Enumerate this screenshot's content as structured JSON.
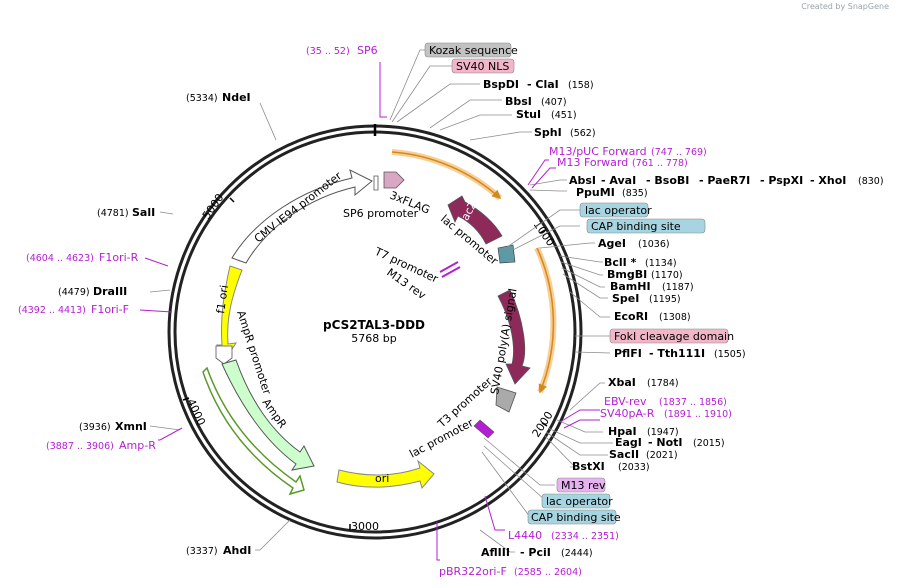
{
  "credit": "Created by SnapGene",
  "plasmid": {
    "name": "pCS2TAL3-DDD",
    "length": "5768 bp"
  },
  "ticks": [
    "1000",
    "2000",
    "3000",
    "4000",
    "5000"
  ],
  "boxed_labels": [
    "Kozak sequence",
    "SV40 NLS",
    "lac operator",
    "CAP binding site",
    "FokI cleavage domain",
    "M13 rev",
    "lac operator",
    "CAP binding site"
  ],
  "sites": {
    "bspdi": "BspDI",
    "clai": "- ClaI",
    "p158": "(158)",
    "bbsi": "BbsI",
    "p407": "(407)",
    "stui": "StuI",
    "p451": "(451)",
    "sphi": "SphI",
    "p562": "(562)",
    "absi": "AbsI",
    "avai": "- AvaI",
    "bsobi": "- BsoBI",
    "paer7i": "- PaeR7I",
    "pspxi": "- PspXI",
    "xhoi": "- XhoI",
    "p830": "(830)",
    "ppumi": "PpuMI",
    "p835": "(835)",
    "agei": "AgeI",
    "p1036": "(1036)",
    "bcli": "BclI *",
    "p1134": "(1134)",
    "bmgbi": "BmgBI",
    "p1170": "(1170)",
    "bamhi": "BamHI",
    "p1187": "(1187)",
    "spei": "SpeI",
    "p1195": "(1195)",
    "ecori": "EcoRI",
    "p1308": "(1308)",
    "pflfi": "PflFI",
    "tth111i": "- Tth111I",
    "p1505": "(1505)",
    "xbai": "XbaI",
    "p1784": "(1784)",
    "hpai": "HpaI",
    "p1947": "(1947)",
    "eagi": "EagI",
    "noti": "- NotI",
    "p2015": "(2015)",
    "sacii": "SacII",
    "p2021": "(2021)",
    "bstxi": "BstXI",
    "p2033": "(2033)",
    "aflIII": "AflIII",
    "pcii": "- PciI",
    "p2444": "(2444)",
    "ahdi": "AhdI",
    "p3337": "(3337)",
    "xmni": "XmnI",
    "p3936": "(3936)",
    "draiii": "DraIII",
    "p4479": "(4479)",
    "sali": "SalI",
    "p4781": "(4781)",
    "ndei": "NdeI",
    "p5334": "(5334)"
  },
  "primers": {
    "sp6": "SP6",
    "sp6_pos": "(35 .. 52)",
    "m13puc": "M13/pUC Forward",
    "m13puc_pos": "(747 .. 769)",
    "m13f": "M13 Forward",
    "m13f_pos": "(761 .. 778)",
    "ebv": "EBV-rev",
    "ebv_pos": "(1837 .. 1856)",
    "sv40pa": "SV40pA-R",
    "sv40pa_pos": "(1891 .. 1910)",
    "l4440": "L4440",
    "l4440_pos": "(2334 .. 2351)",
    "pbr322": "pBR322ori-F",
    "pbr322_pos": "(2585 .. 2604)",
    "ampr": "Amp-R",
    "ampr_pos": "(3887 .. 3906)",
    "f1orif": "F1ori-F",
    "f1orif_pos": "(4392 .. 4413)",
    "f1orir": "F1ori-R",
    "f1orir_pos": "(4604 .. 4623)"
  },
  "features": {
    "flag": "3xFLAG",
    "sp6prom": "SP6 promoter",
    "cmv": "CMV IE94 promoter",
    "lacza": "lacZα",
    "lacprom1": "lac promoter",
    "t7prom": "T7 promoter",
    "m13rev_in": "M13 rev",
    "sv40pa": "SV40 poly(A) signal",
    "t3prom": "T3 promoter",
    "lacprom2": "lac promoter",
    "f1ori": "f1 ori",
    "amprprom": "AmpR promoter",
    "ampr": "AmpR",
    "ori": "ori"
  },
  "colors": {
    "primer": "#b41fd3",
    "orf_highlight": "#f6c27a",
    "lacza": "#8e2a5a",
    "f1ori": "#ffff00",
    "ampr": "#ccffcc",
    "boxed_blue": "#a6d4e0",
    "boxed_pink": "#f2b6c8",
    "boxed_gray": "#c2c2c2"
  }
}
